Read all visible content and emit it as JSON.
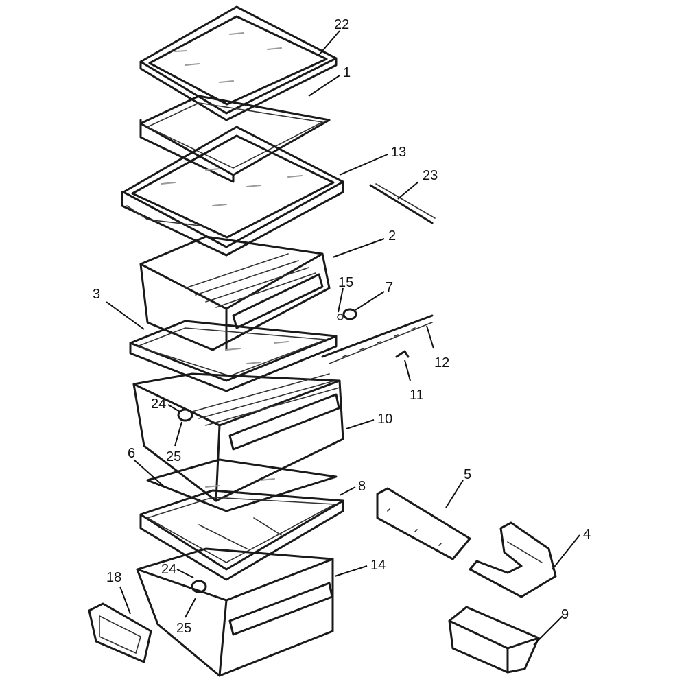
{
  "callouts": [
    {
      "id": "22",
      "text": "22"
    },
    {
      "id": "1",
      "text": "1"
    },
    {
      "id": "13",
      "text": "13"
    },
    {
      "id": "23",
      "text": "23"
    },
    {
      "id": "2",
      "text": "2"
    },
    {
      "id": "15",
      "text": "15"
    },
    {
      "id": "7",
      "text": "7"
    },
    {
      "id": "3",
      "text": "3"
    },
    {
      "id": "12",
      "text": "12"
    },
    {
      "id": "11",
      "text": "11"
    },
    {
      "id": "24a",
      "text": "24"
    },
    {
      "id": "10",
      "text": "10"
    },
    {
      "id": "25a",
      "text": "25"
    },
    {
      "id": "6",
      "text": "6"
    },
    {
      "id": "8",
      "text": "8"
    },
    {
      "id": "5",
      "text": "5"
    },
    {
      "id": "4",
      "text": "4"
    },
    {
      "id": "18",
      "text": "18"
    },
    {
      "id": "24b",
      "text": "24"
    },
    {
      "id": "14",
      "text": "14"
    },
    {
      "id": "25b",
      "text": "25"
    },
    {
      "id": "9",
      "text": "9"
    }
  ]
}
